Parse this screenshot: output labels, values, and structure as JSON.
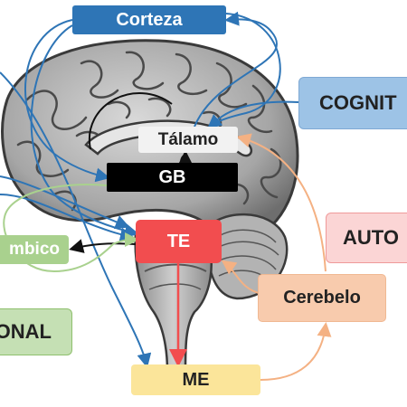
{
  "labels": {
    "corteza": "Corteza",
    "talamo": "Tálamo",
    "gb": "GB",
    "te": "TE",
    "limbico": "mbico",
    "me": "ME",
    "cerebelo": "Cerebelo",
    "cognit": "COGNIT",
    "auto": "AUTO",
    "onal": "ONAL"
  },
  "colors": {
    "corteza": "#2e75b6",
    "talamo": "#f2f2f2",
    "gb": "#000000",
    "te": "#f24d4f",
    "limbico": "#a9d18e",
    "me": "#fbe59a",
    "cerebelo": "#f8cbad",
    "cognit": "#9dc3e6",
    "auto": "#fbd5d5",
    "onal": "#c5e0b4",
    "blue_arrow": "#2e75b6",
    "orange_arrow": "#f4b183",
    "green_arrow": "#a9d18e",
    "red_arrow": "#f24d4f"
  },
  "image": {
    "description_icon": "brain-sagittal-section"
  }
}
